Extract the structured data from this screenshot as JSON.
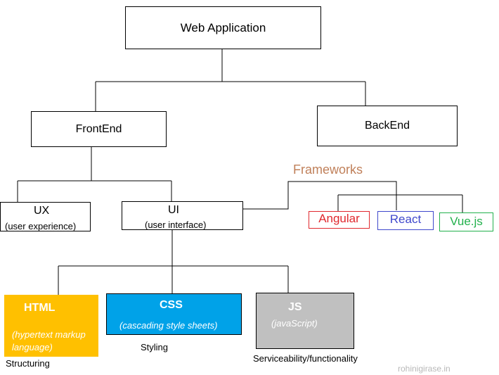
{
  "nodes": {
    "root": {
      "label": "Web Application"
    },
    "frontend": {
      "label": "FrontEnd"
    },
    "backend": {
      "label": "BackEnd"
    },
    "ux": {
      "label": "UX",
      "sublabel": "(user experience)"
    },
    "ui": {
      "label": "UI",
      "sublabel": "(user interface)"
    },
    "frameworks": {
      "label": "Frameworks"
    },
    "angular": {
      "label": "Angular"
    },
    "react": {
      "label": "React"
    },
    "vue": {
      "label": "Vue.js"
    },
    "html": {
      "label": "HTML",
      "sublabel": "(hypertext markup language)",
      "caption": "Structuring"
    },
    "css": {
      "label": "CSS",
      "sublabel": "(cascading style sheets)",
      "caption": "Styling"
    },
    "js": {
      "label": "JS",
      "sublabel": "(javaScript)",
      "caption": "Serviceability/functionality"
    }
  },
  "watermark": "rohinigirase.in",
  "colors": {
    "html_fill": "#ffc000",
    "css_fill": "#00a2e8",
    "js_fill": "#c0c0c0",
    "frameworks_text": "#c0805a",
    "angular": "#e0282e",
    "react": "#3f48cc",
    "vue": "#22b14c",
    "watermark": "#b8b8b8"
  }
}
